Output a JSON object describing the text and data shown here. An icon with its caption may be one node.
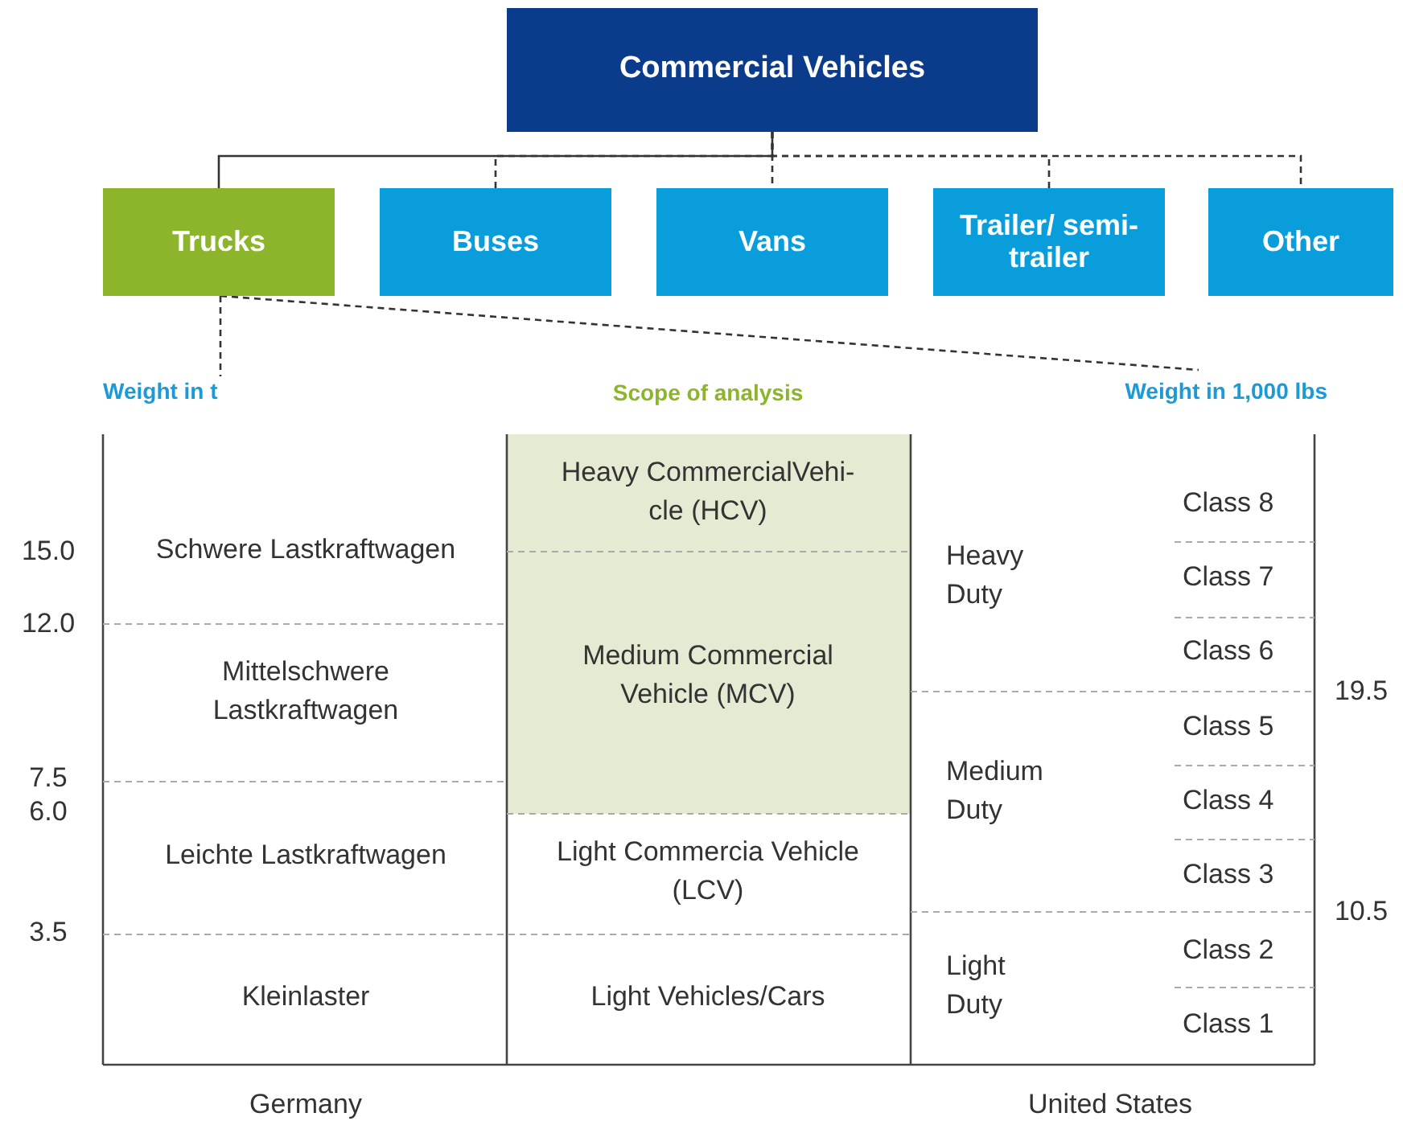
{
  "diagram": {
    "nodes": [
      {
        "text": [
          "Commercial Vehicles"
        ]
      },
      {
        "text": [
          "Trucks"
        ]
      },
      {
        "text": [
          "Buses"
        ]
      },
      {
        "text": [
          "Vans"
        ]
      },
      {
        "text": [
          "Trailer/ semi-trailer"
        ]
      },
      {
        "text": [
          "Other"
        ]
      },
      {
        "text": [
          "Weight in t"
        ]
      },
      {
        "text": [
          "Weight in 1,000 lbs"
        ]
      }
    ],
    "edges": [
      {
        "from": 0,
        "to": 1,
        "arrow": "none"
      },
      {
        "from": 0,
        "to": 2,
        "arrow": "none",
        "style": "dashed"
      },
      {
        "from": 0,
        "to": 3,
        "arrow": "none",
        "style": "dashed"
      },
      {
        "from": 0,
        "to": 4,
        "arrow": "none",
        "style": "dashed"
      },
      {
        "from": 0,
        "to": 5,
        "arrow": "none",
        "style": "dashed"
      },
      {
        "from": 1,
        "to": 6,
        "arrow": "none",
        "style": "dashed"
      },
      {
        "from": 1,
        "to": 7,
        "arrow": "none",
        "style": "dashed"
      }
    ],
    "labels": [
      "Scope of analysis",
      "15.0",
      "12.0",
      "7.5",
      "6.0",
      "3.5",
      "Schwere Lastkraftwagen",
      "Mittelschwere Lastkraftwagen",
      "Leichte Lastkraftwagen",
      "Kleinlaster",
      "Heavy CommercialVehi- cle (HCV)",
      "Medium Commercial Vehicle (MCV)",
      "Light Commercia Vehicle (LCV)",
      "Light Vehicles/Cars",
      "Heavy Duty",
      "Medium Duty",
      "Light Duty",
      "Class 8",
      "Class 7",
      "Class 6",
      "Class 5",
      "Class 4",
      "Class 3",
      "Class 2",
      "Class 1",
      "19.5",
      "10.5",
      "Germany",
      "United States"
    ]
  }
}
